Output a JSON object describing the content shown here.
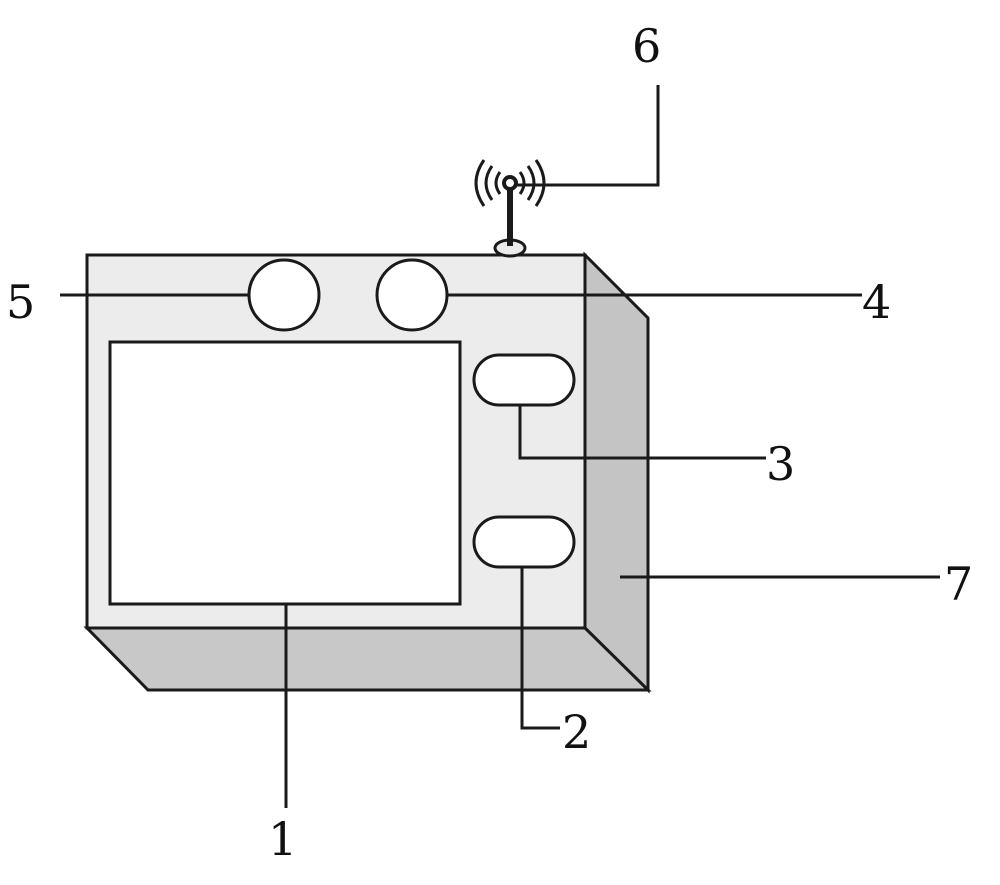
{
  "colors": {
    "front_face": "#ececec",
    "side_face": "#c4c4c4",
    "bottom_face": "#c8c8c8",
    "screen": "#ffffff",
    "outline": "#1a1a1a",
    "background": "#ffffff"
  },
  "labels": {
    "screen": "1",
    "lower_button": "2",
    "upper_button": "3",
    "right_lens": "4",
    "left_lens": "5",
    "antenna": "6",
    "housing": "7"
  },
  "icons": {
    "antenna": "antenna-signal-icon"
  }
}
